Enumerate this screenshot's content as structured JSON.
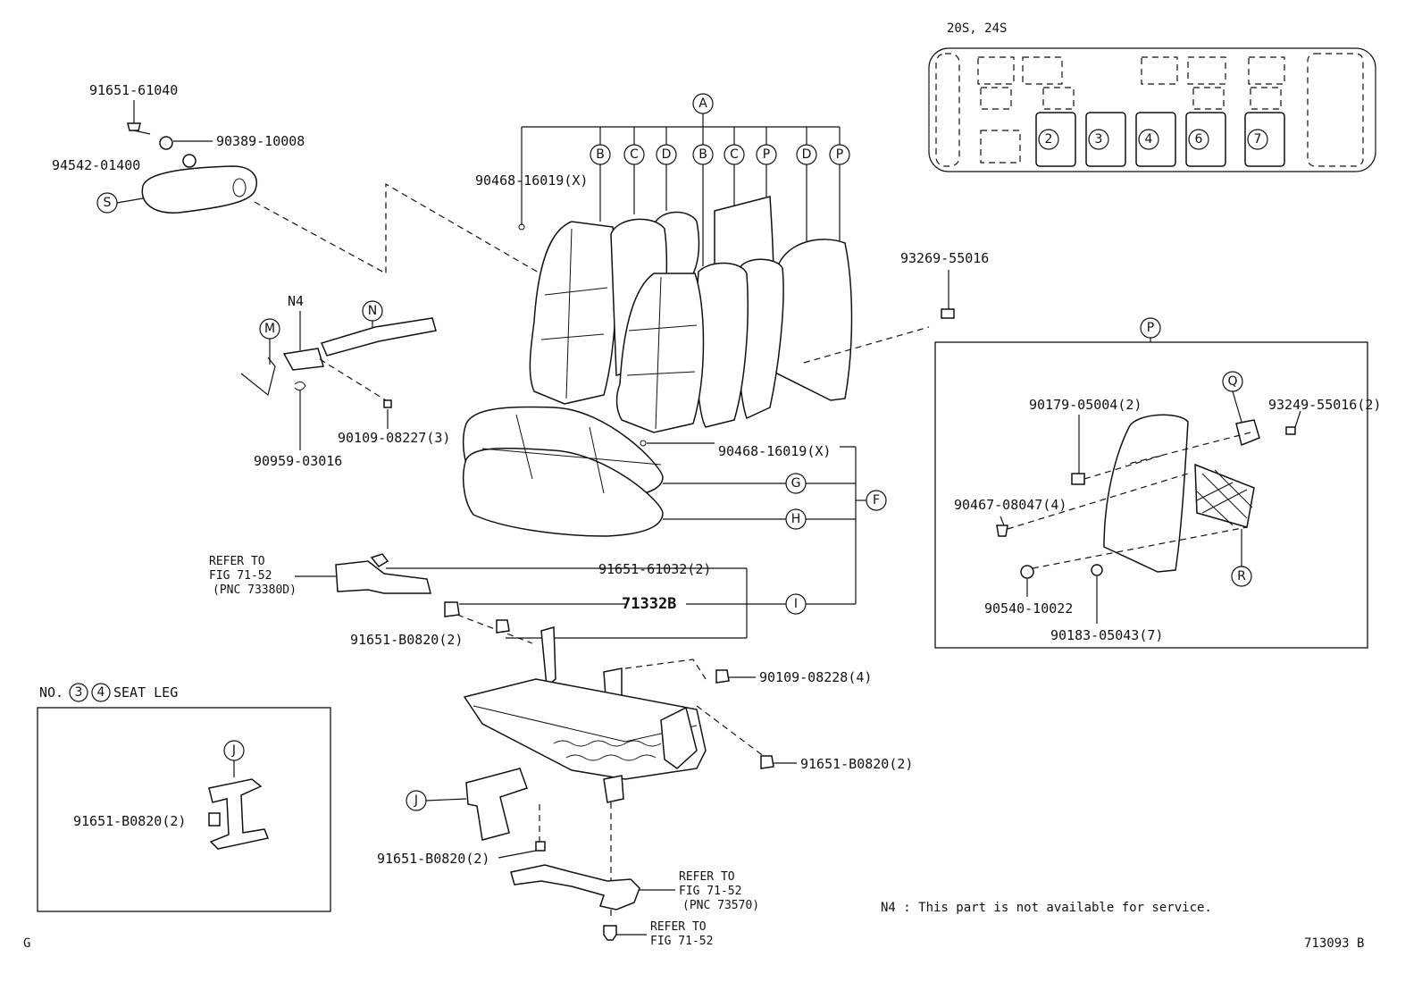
{
  "vehicle_note": "20S, 24S",
  "seat_position_numbers": [
    "2",
    "3",
    "4",
    "6",
    "7"
  ],
  "part_numbers": {
    "armrest_screw": "91651-61040",
    "armrest_nut": "90389-10008",
    "armrest_cap": "94542-01400",
    "clip_top": "90468-16019(X)",
    "clip_cushion": "90468-16019(X)",
    "seatback_bolt": "93269-55016",
    "lever_screw": "90109-08227(3)",
    "spring": "90959-03016",
    "belt_bolt": "91651-61032(2)",
    "buckle_part": "71332B",
    "frame_bolt_upper": "91651-B0820(2)",
    "frame_screw": "90109-08228(4)",
    "frame_bolt_right": "91651-B0820(2)",
    "leg_bolt_inset": "91651-B0820(2)",
    "leg_bolt_lower": "91651-B0820(2)",
    "p_grommet": "90179-05004(2)",
    "p_screw": "93249-55016(2)",
    "p_clip": "90467-08047(4)",
    "p_nut": "90540-10022",
    "p_nut2": "90183-05043(7)"
  },
  "callouts": {
    "A": "A",
    "B": "B",
    "C": "C",
    "D": "D",
    "P": "P",
    "S": "S",
    "N": "N",
    "M": "M",
    "F": "F",
    "G": "G",
    "H": "H",
    "I": "I",
    "J": "J",
    "Q": "Q",
    "R": "R"
  },
  "label_n4": "N4",
  "refer_notes": {
    "buckle": [
      "REFER TO",
      "FIG 71-52",
      "(PNC 73380D)"
    ],
    "lower_belt": [
      "REFER TO",
      "FIG 71-52",
      "(PNC 73570)"
    ],
    "bottom_bolt": [
      "REFER TO",
      "FIG 71-52"
    ]
  },
  "inset_seat_leg": {
    "title_prefix": "NO.",
    "title_num_a": "3",
    "title_num_b": "4",
    "title_suffix": "SEAT LEG"
  },
  "footnote": "N4 :  This part is not available for service.",
  "corner_left": "G",
  "figure_number": "713093 B"
}
